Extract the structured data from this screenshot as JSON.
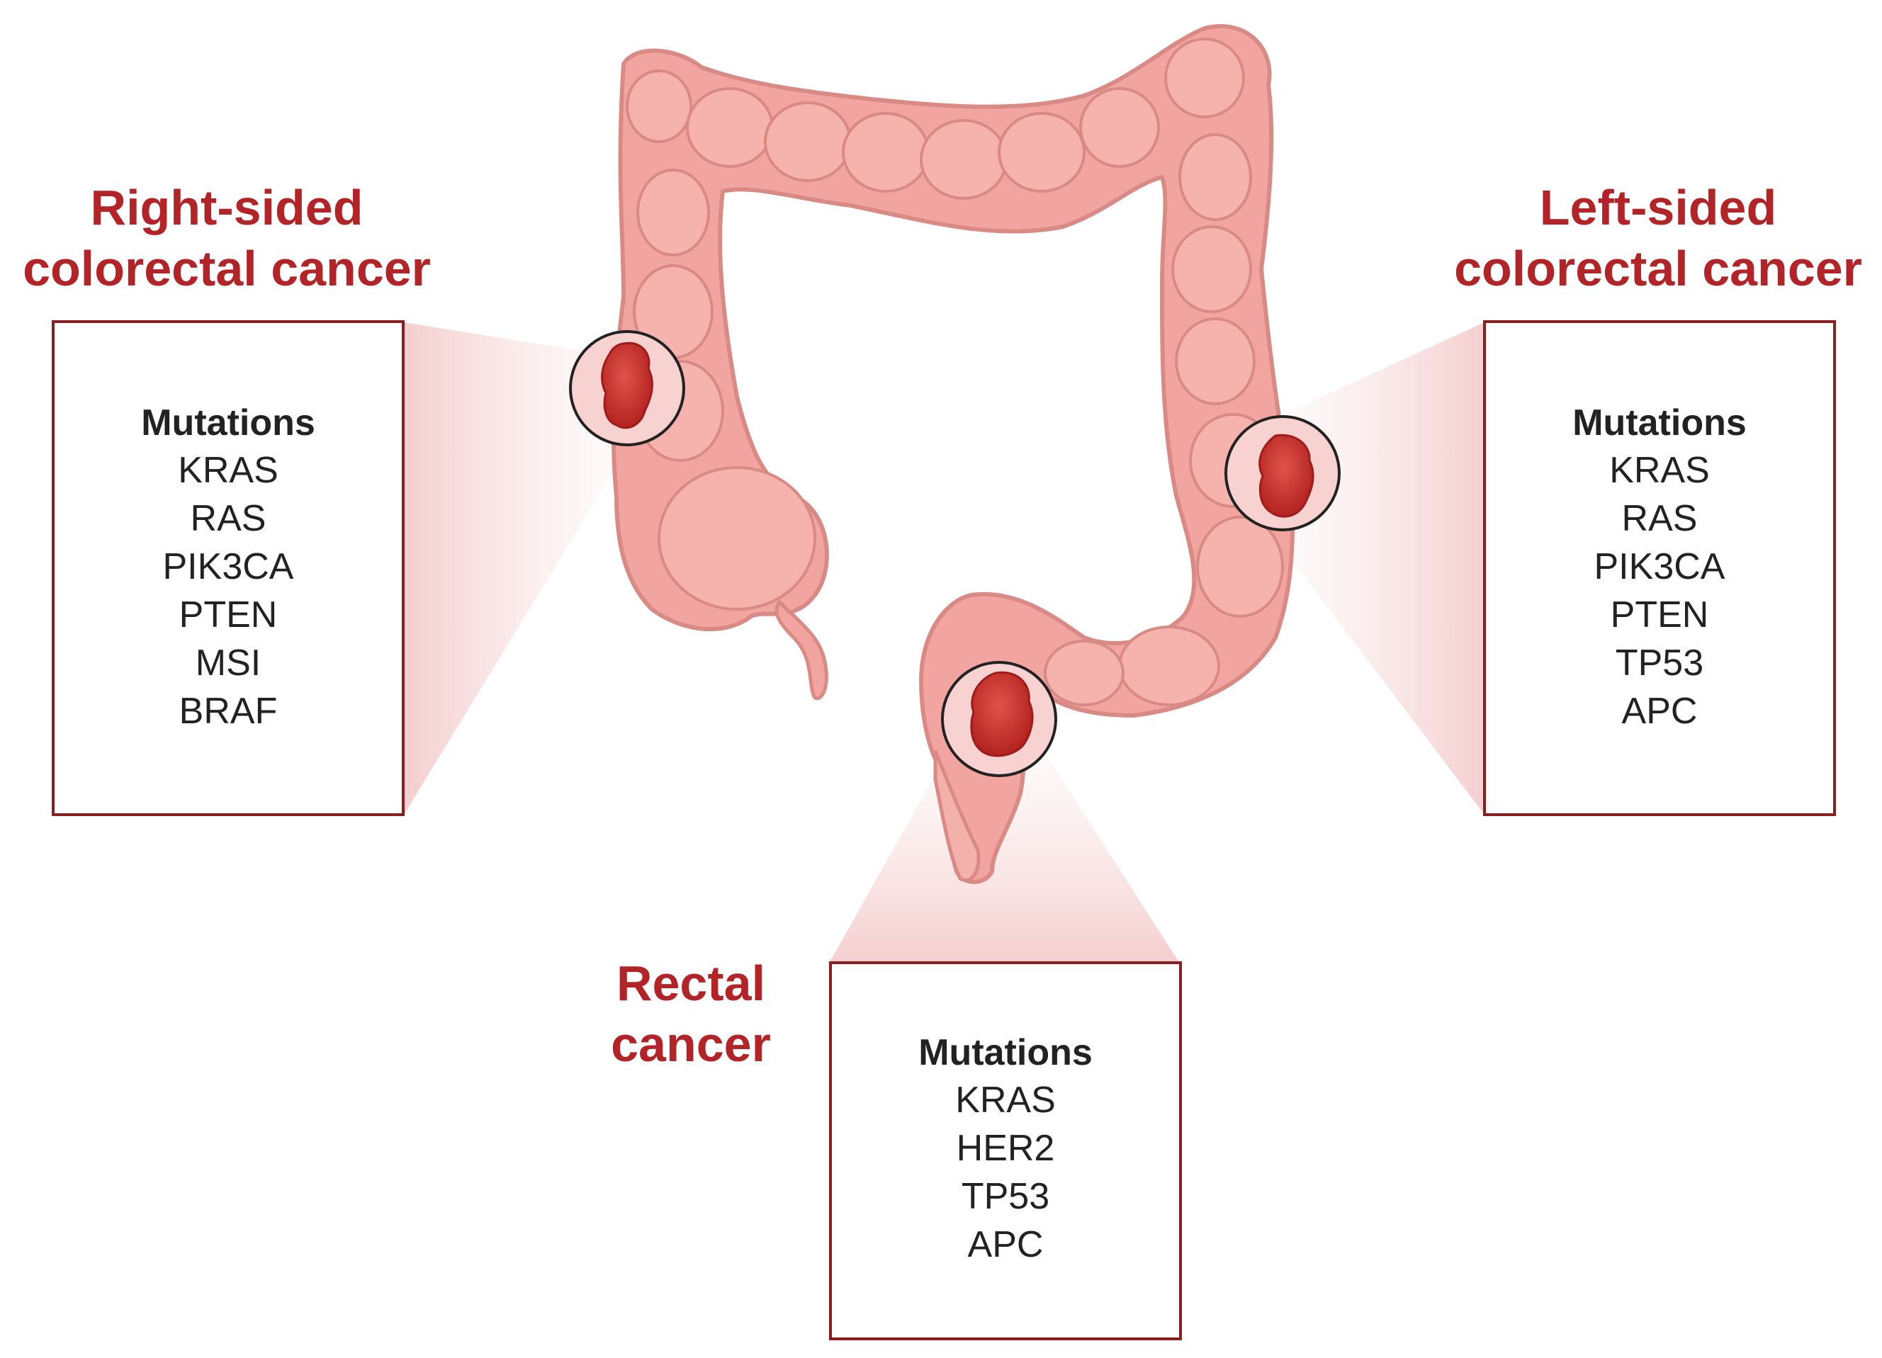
{
  "colors": {
    "title": "#b22427",
    "box_border": "#8a1f22",
    "colon_fill": "#f2a5a0",
    "colon_stroke": "#d98a85",
    "tumor": "#c9302c",
    "text": "#222222"
  },
  "right_sided": {
    "title_line1": "Right-sided",
    "title_line2": "colorectal cancer",
    "heading": "Mutations",
    "mutations": [
      "KRAS",
      "RAS",
      "PIK3CA",
      "PTEN",
      "MSI",
      "BRAF"
    ]
  },
  "left_sided": {
    "title_line1": "Left-sided",
    "title_line2": "colorectal cancer",
    "heading": "Mutations",
    "mutations": [
      "KRAS",
      "RAS",
      "PIK3CA",
      "PTEN",
      "TP53",
      "APC"
    ]
  },
  "rectal": {
    "title_line1": "Rectal",
    "title_line2": "cancer",
    "heading": "Mutations",
    "mutations": [
      "KRAS",
      "HER2",
      "TP53",
      "APC"
    ]
  },
  "icons": [
    "colon-illustration",
    "tumor-icon"
  ]
}
